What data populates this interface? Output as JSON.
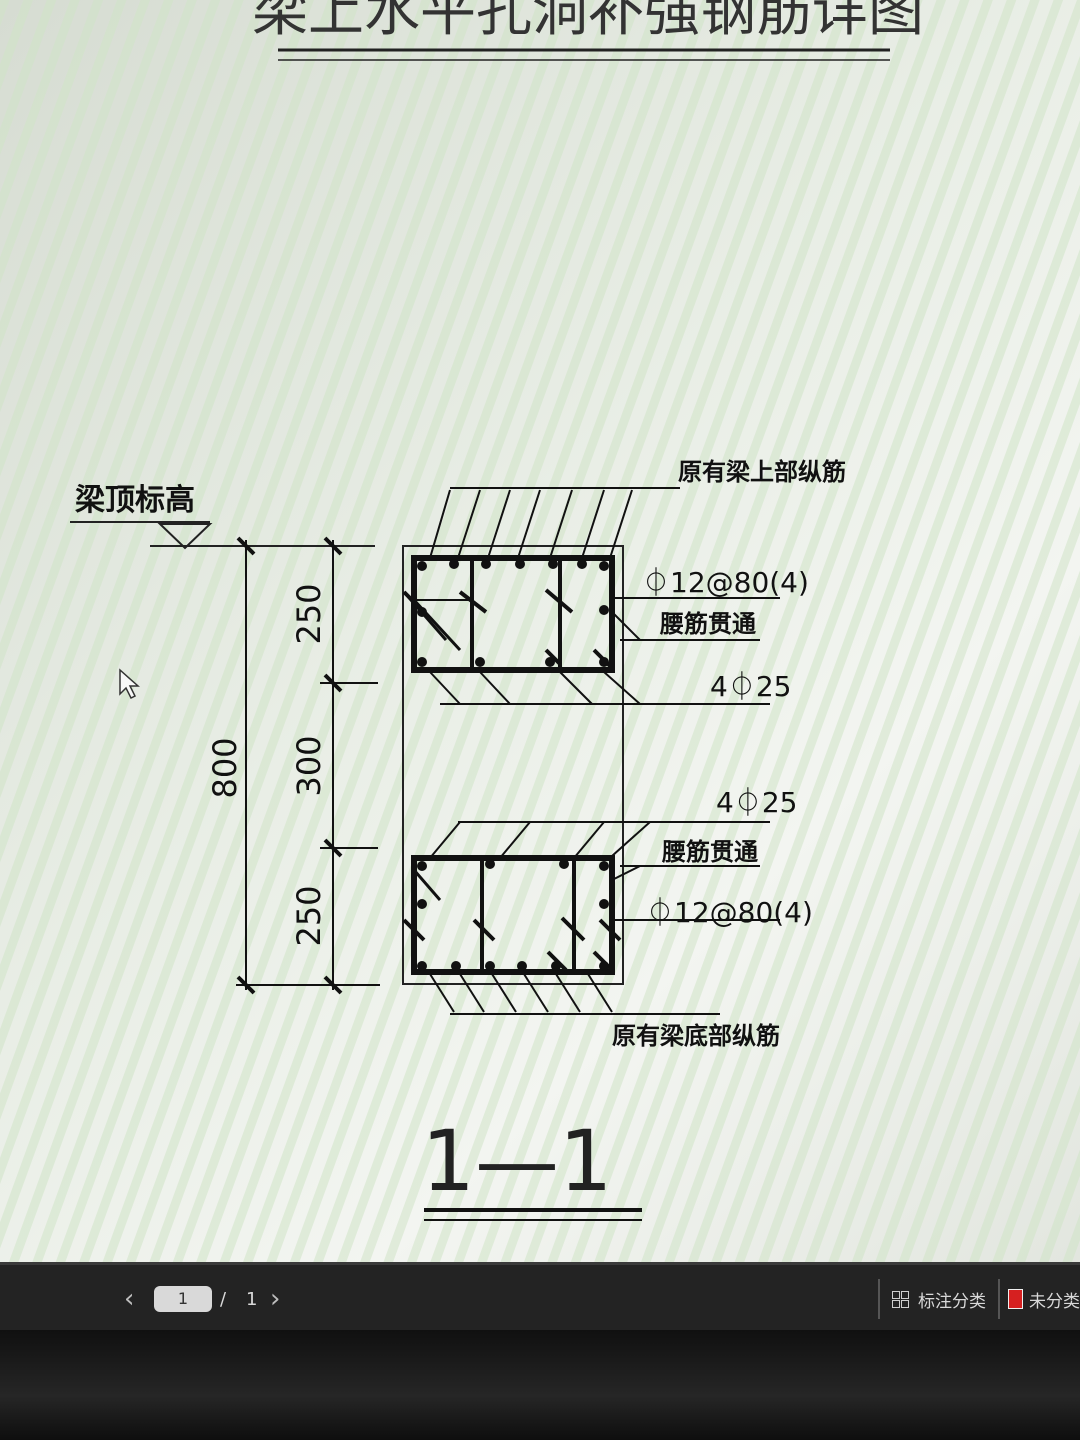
{
  "drawing": {
    "title": "梁上水平孔洞补强钢筋详图",
    "elevation_label": "梁顶标高",
    "top_bars_label": "原有梁上部纵筋",
    "stirrup_top_label": "⏀12@80(4)",
    "waist_top_label": "腰筋贯通",
    "bars_top_label": "4⏀25",
    "bars_bottom_label": "4⏀25",
    "waist_bottom_label": "腰筋贯通",
    "stirrup_bottom_label": "⏀12@80(4)",
    "bottom_bars_label": "原有梁底部纵筋",
    "dim_total": "800",
    "dim_top": "250",
    "dim_middle": "300",
    "dim_bottom": "250",
    "section_label": "1—1"
  },
  "toolbar": {
    "prev_icon": "chevron-left-icon",
    "current_page": "1",
    "page_separator": "/",
    "total_pages": "1",
    "next_icon": "chevron-right-icon",
    "annotation_category_label": "标注分类",
    "uncategorized_label": "未分类",
    "uncategorized_color": "#d62020"
  }
}
